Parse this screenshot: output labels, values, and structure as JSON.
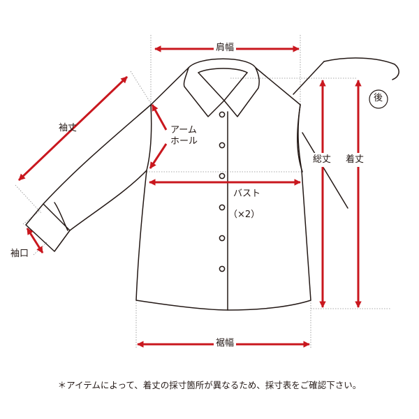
{
  "colors": {
    "arrow": "#c9171e",
    "outline": "#231815",
    "guide": "#8c8c8c",
    "background": "#ffffff"
  },
  "labels": {
    "shoulder_width": "肩幅",
    "sleeve_length": "袖丈",
    "armhole_line1": "アーム",
    "armhole_line2": "ホール",
    "bust": "バスト",
    "bust_multiplier": "（×2）",
    "cuff": "袖口",
    "hem_width": "裾幅",
    "total_length": "総丈",
    "body_length": "着丈",
    "back_marker": "後"
  },
  "note": "＊アイテムによって、着丈の採寸箇所が異なるため、採寸表をご確認下さい。"
}
